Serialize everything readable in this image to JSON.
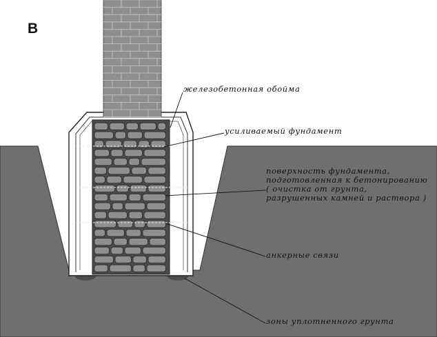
{
  "figure": {
    "panel_letter": "B",
    "labels": {
      "jacket": "железобетонная обойма",
      "foundation": "усиливаемый фундамент",
      "surface_lines": [
        "поверхность фундамента,",
        "подготовленная к бетонированию",
        "( очистка от грунта,",
        "разрушенных камней и раствора )"
      ],
      "anchors": "анкерные связи",
      "soil": "зоны уплотненного грунта"
    }
  },
  "colors": {
    "soil": "#6f6f6f",
    "brick": "#8e8e8e",
    "brick_mortar": "#4a4a4a",
    "masonry_face": "#9a9a9a",
    "jacket": "#ffffff",
    "line": "#111111"
  }
}
